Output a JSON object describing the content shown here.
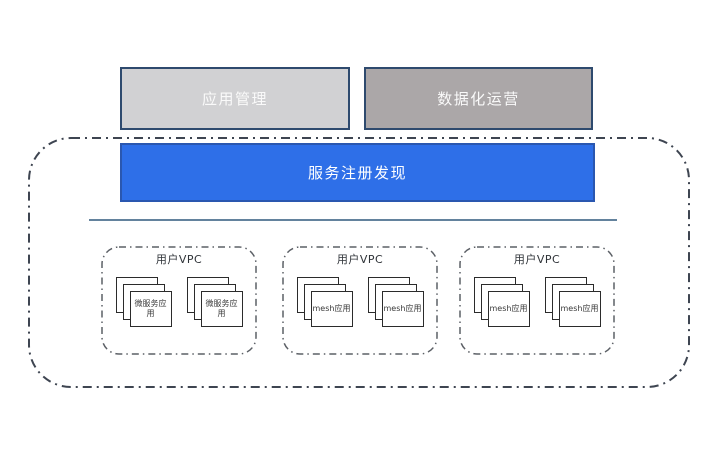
{
  "diagram": {
    "top_boxes": [
      {
        "label": "应用管理"
      },
      {
        "label": "数据化运营"
      }
    ],
    "service_bar": {
      "label": "服务注册发现"
    },
    "vpcs": [
      {
        "label": "用户VPC",
        "apps": [
          {
            "label": "微服务应\n用"
          },
          {
            "label": "微服务应\n用"
          }
        ]
      },
      {
        "label": "用户VPC",
        "apps": [
          {
            "label": "mesh应用"
          },
          {
            "label": "mesh应用"
          }
        ]
      },
      {
        "label": "用户VPC",
        "apps": [
          {
            "label": "mesh应用"
          },
          {
            "label": "mesh应用"
          }
        ]
      }
    ],
    "colors": {
      "app_box_fill": "#d1d1d3",
      "data_box_fill": "#aba7a8",
      "top_box_border": "#2e4a6e",
      "service_fill": "#2e6fe8",
      "service_border": "#2a57b0",
      "outer_dash": "#3e4551",
      "vpc_dash": "#5c6066",
      "divider_line": "#4d708f",
      "card_border": "#2b2b2b",
      "box_label_text": "#ffffff"
    }
  }
}
